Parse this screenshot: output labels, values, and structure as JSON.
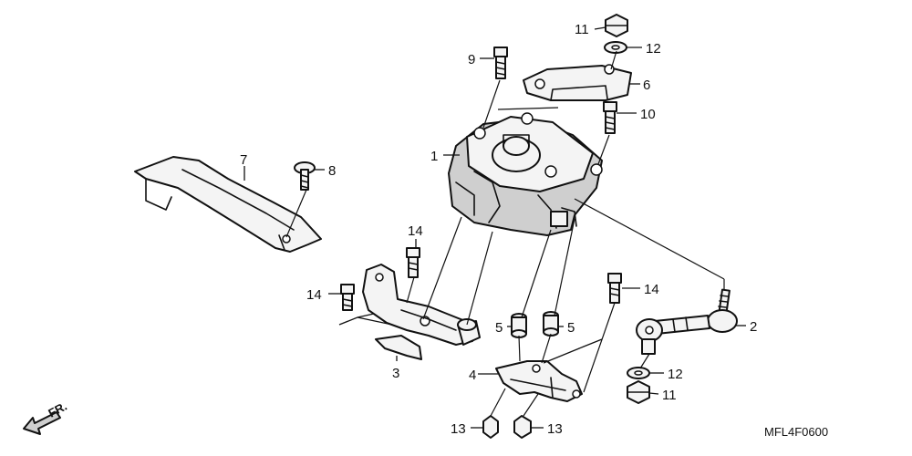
{
  "diagram_code": "MFL4F0600",
  "front_indicator": "FR.",
  "callouts": {
    "c1": "1",
    "c2": "2",
    "c3": "3",
    "c4": "4",
    "c5a": "5",
    "c5b": "5",
    "c6": "6",
    "c7": "7",
    "c8": "8",
    "c9": "9",
    "c10": "10",
    "c11a": "11",
    "c11b": "11",
    "c12a": "12",
    "c12b": "12",
    "c13a": "13",
    "c13b": "13",
    "c14a": "14",
    "c14b": "14",
    "c14c": "14"
  }
}
